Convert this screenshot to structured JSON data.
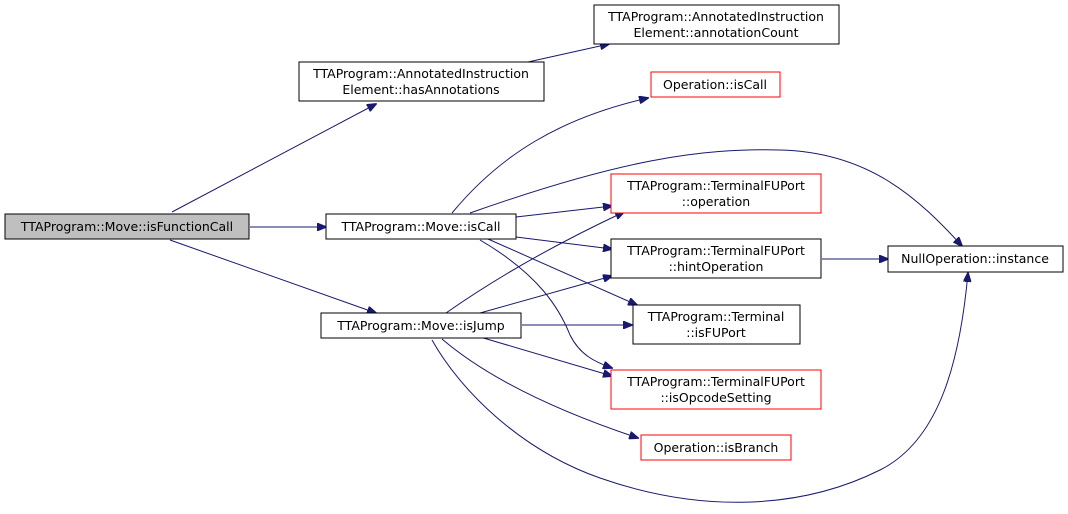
{
  "nodes": {
    "is_function_call": [
      "TTAProgram::Move::isFunctionCall"
    ],
    "has_annotations": [
      "TTAProgram::AnnotatedInstruction",
      "Element::hasAnnotations"
    ],
    "annotation_count": [
      "TTAProgram::AnnotatedInstruction",
      "Element::annotationCount"
    ],
    "move_is_call": [
      "TTAProgram::Move::isCall"
    ],
    "operation_is_call": [
      "Operation::isCall"
    ],
    "terminal_fu_port_operation": [
      "TTAProgram::TerminalFUPort",
      "::operation"
    ],
    "terminal_fu_port_hint_operation": [
      "TTAProgram::TerminalFUPort",
      "::hintOperation"
    ],
    "null_operation_instance": [
      "NullOperation::instance"
    ],
    "move_is_jump": [
      "TTAProgram::Move::isJump"
    ],
    "terminal_is_fu_port": [
      "TTAProgram::Terminal",
      "::isFUPort"
    ],
    "terminal_fu_port_is_opcode_setting": [
      "TTAProgram::TerminalFUPort",
      "::isOpcodeSetting"
    ],
    "operation_is_branch": [
      "Operation::isBranch"
    ]
  },
  "colors": {
    "edge": "#191970",
    "root_fill": "#bfbfbf",
    "undocumented_border": "#ff0000",
    "border": "#000000"
  }
}
